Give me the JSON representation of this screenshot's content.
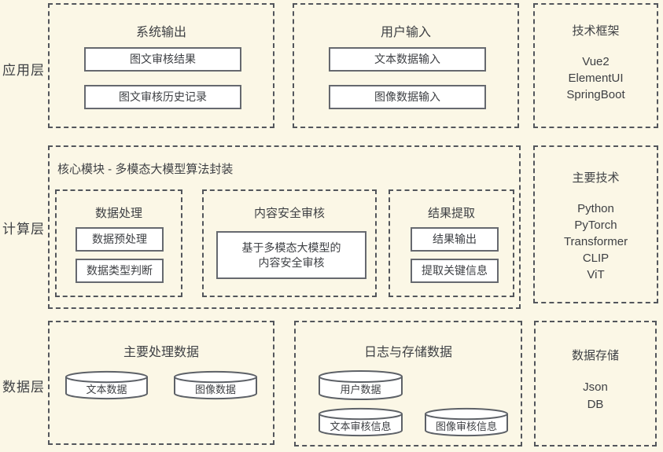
{
  "left_labels": {
    "app": "应用层",
    "compute": "计算层",
    "data": "数据层"
  },
  "app_layer": {
    "system_output": {
      "title": "系统输出",
      "items": [
        "图文审核结果",
        "图文审核历史记录"
      ]
    },
    "user_input": {
      "title": "用户输入",
      "items": [
        "文本数据输入",
        "图像数据输入"
      ]
    },
    "tech_framework": {
      "title": "技术框架",
      "items": [
        "Vue2",
        "ElementUI",
        "SpringBoot"
      ]
    }
  },
  "compute_layer": {
    "core_module_title": "核心模块 - 多模态大模型算法封装",
    "data_processing": {
      "title": "数据处理",
      "items": [
        "数据预处理",
        "数据类型判断"
      ]
    },
    "content_review": {
      "title": "内容安全审核",
      "box_lines": [
        "基于多模态大模型的",
        "内容安全审核"
      ]
    },
    "result_extraction": {
      "title": "结果提取",
      "items": [
        "结果输出",
        "提取关键信息"
      ]
    },
    "main_tech": {
      "title": "主要技术",
      "items": [
        "Python",
        "PyTorch",
        "Transformer",
        "CLIP",
        "ViT"
      ]
    }
  },
  "data_layer": {
    "main_data": {
      "title": "主要处理数据",
      "cylinders": [
        "文本数据",
        "图像数据"
      ]
    },
    "log_storage": {
      "title": "日志与存储数据",
      "cylinders": [
        "用户数据",
        "文本审核信息",
        "图像审核信息"
      ]
    },
    "data_storage": {
      "title": "数据存储",
      "items": [
        "Json",
        "DB"
      ]
    }
  },
  "colors": {
    "background": "#fbf7e6",
    "dashed_border": "#53565c",
    "solid_border": "#66696f",
    "text": "#3e4044"
  }
}
